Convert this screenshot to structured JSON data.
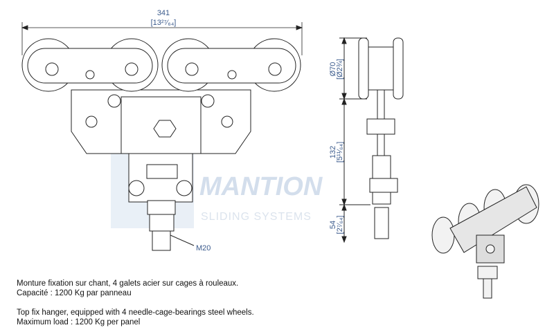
{
  "dimensions": {
    "width_mm": "341",
    "width_in": "[13²⁷⁄₆₄]",
    "wheel_diameter_mm": "Ø70",
    "wheel_diameter_in": "[Ø2¾]",
    "height_mm": "132",
    "height_in": "[5¹¹⁄₆₄]",
    "bolt_length_mm": "54",
    "bolt_length_in": "[2⁷⁄₆₄]",
    "thread_label": "M20"
  },
  "watermark": {
    "brand": "MANTION",
    "tagline": "SLIDING SYSTEMS"
  },
  "description": {
    "fr_line1": "Monture fixation sur chant, 4 galets acier sur cages à rouleaux.",
    "fr_line2": "Capacité : 1200 Kg par panneau",
    "en_line1": "Top fix hanger, equipped with 4 needle-cage-bearings steel wheels.",
    "en_line2": "Maximum load : 1200 Kg per panel"
  }
}
